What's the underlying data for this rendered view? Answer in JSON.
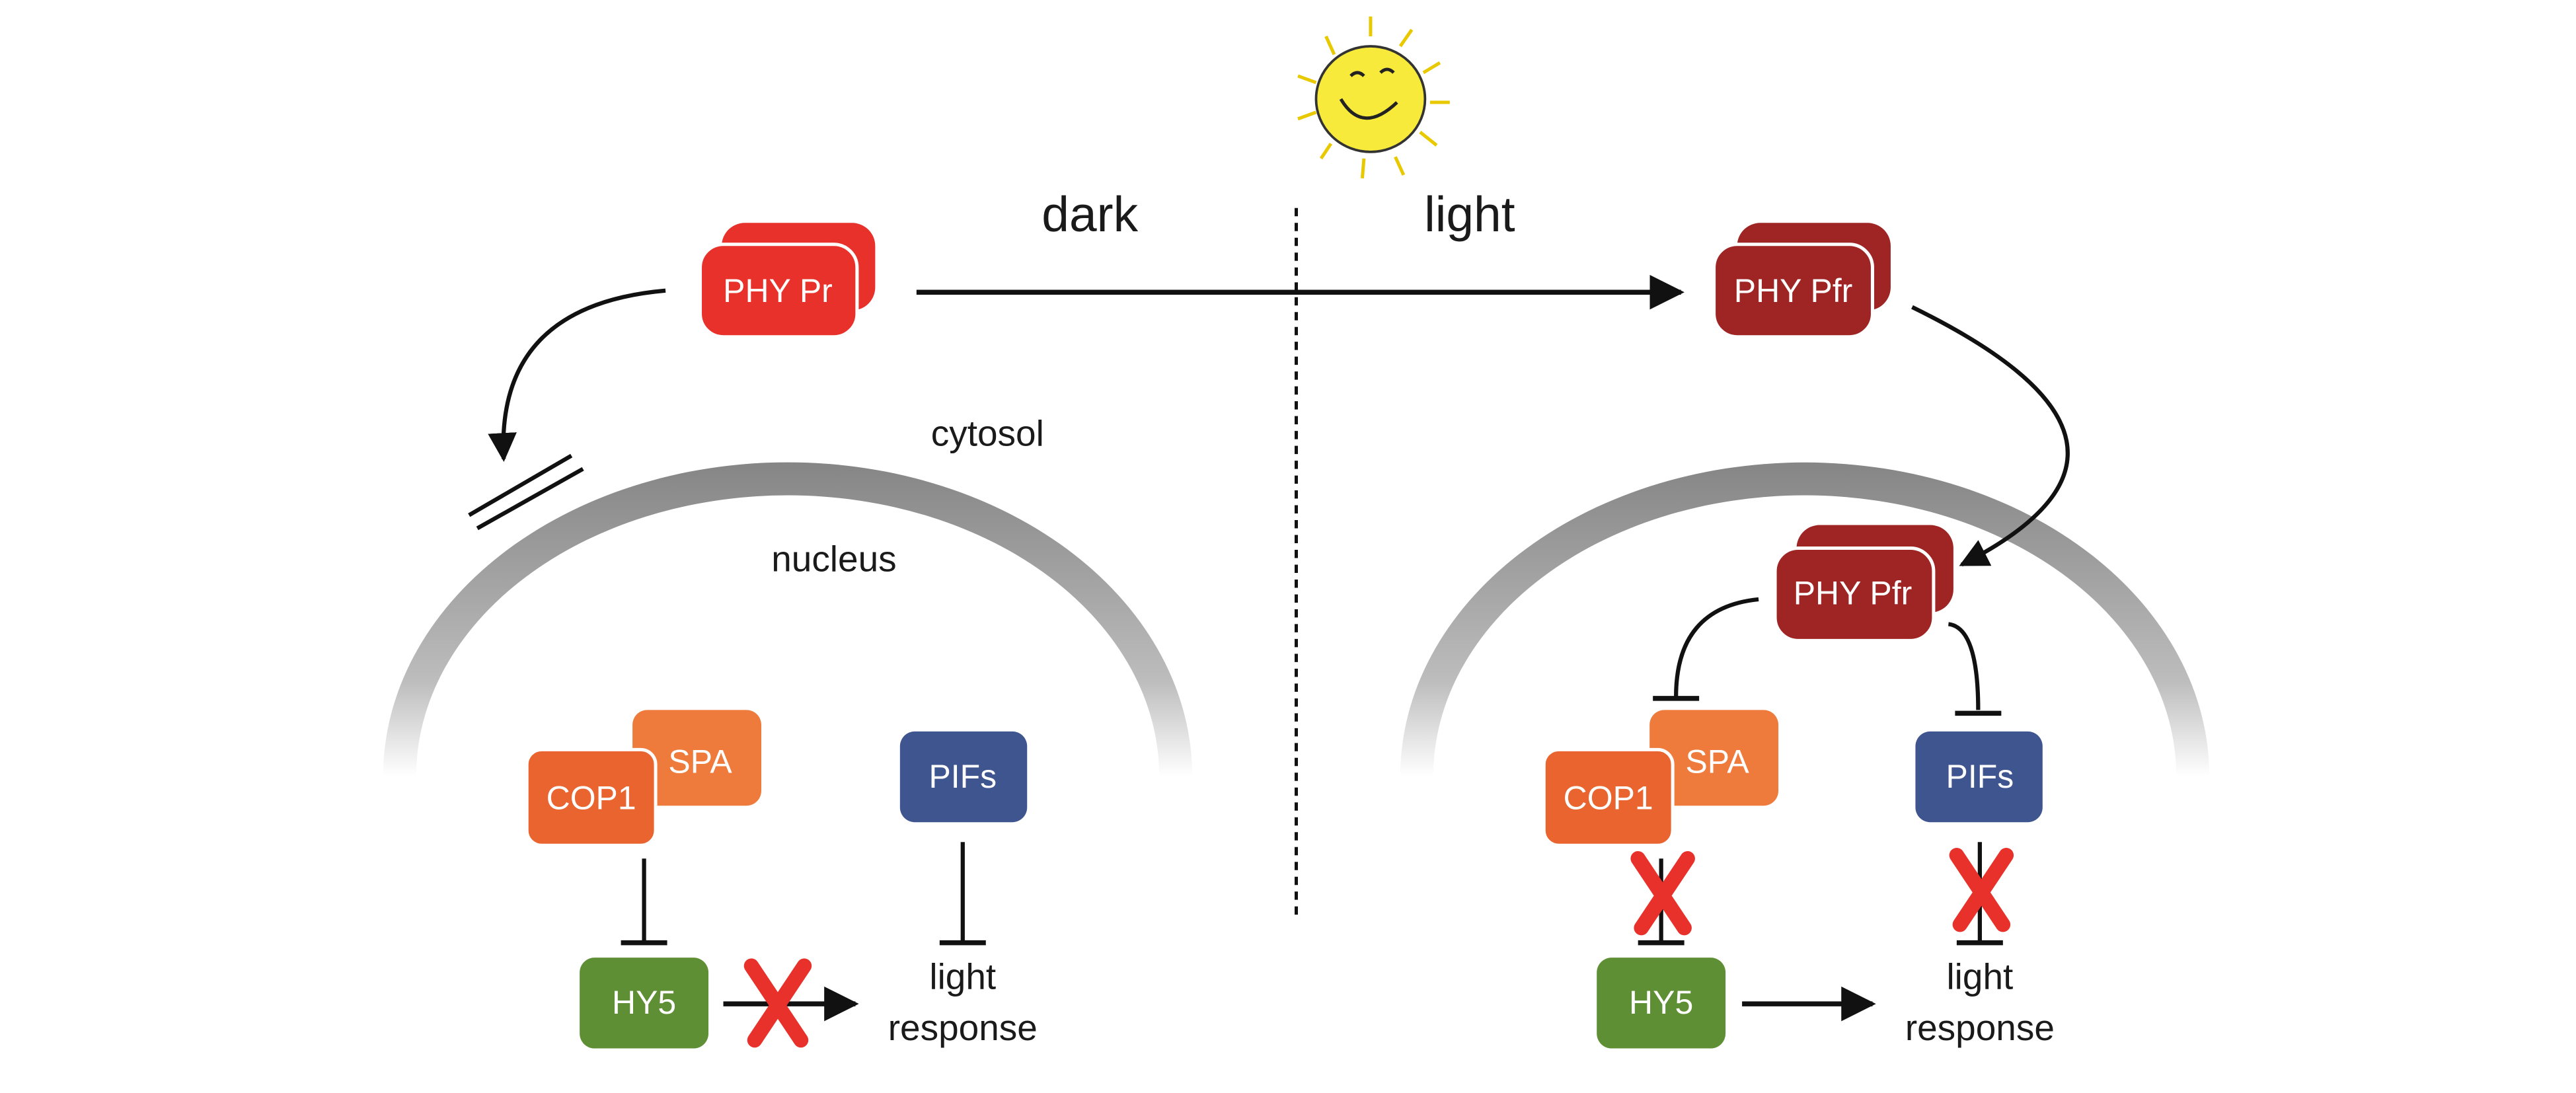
{
  "labels": {
    "dark": "dark",
    "light": "light",
    "cytosol": "cytosol",
    "nucleus": "nucleus"
  },
  "boxes": {
    "phy_pr": "PHY Pr",
    "phy_pfr_cyto": "PHY Pfr",
    "phy_pfr_nuc": "PHY Pfr",
    "cop1_left": "COP1",
    "spa_left": "SPA",
    "pifs_left": "PIFs",
    "hy5_left": "HY5",
    "cop1_right": "COP1",
    "spa_right": "SPA",
    "pifs_right": "PIFs",
    "hy5_right": "HY5"
  },
  "responses": {
    "left_line1": "light",
    "left_line2": "response",
    "right_line1": "light",
    "right_line2": "response"
  },
  "colors": {
    "phy_pr": "#e8312a",
    "phy_pfr": "#9e2524",
    "cop1": "#e9642f",
    "spa": "#ee7a3c",
    "pifs": "#3e5590",
    "hy5": "#5f8f35",
    "cross": "#e8312a",
    "sun": "#f7ea3a"
  }
}
